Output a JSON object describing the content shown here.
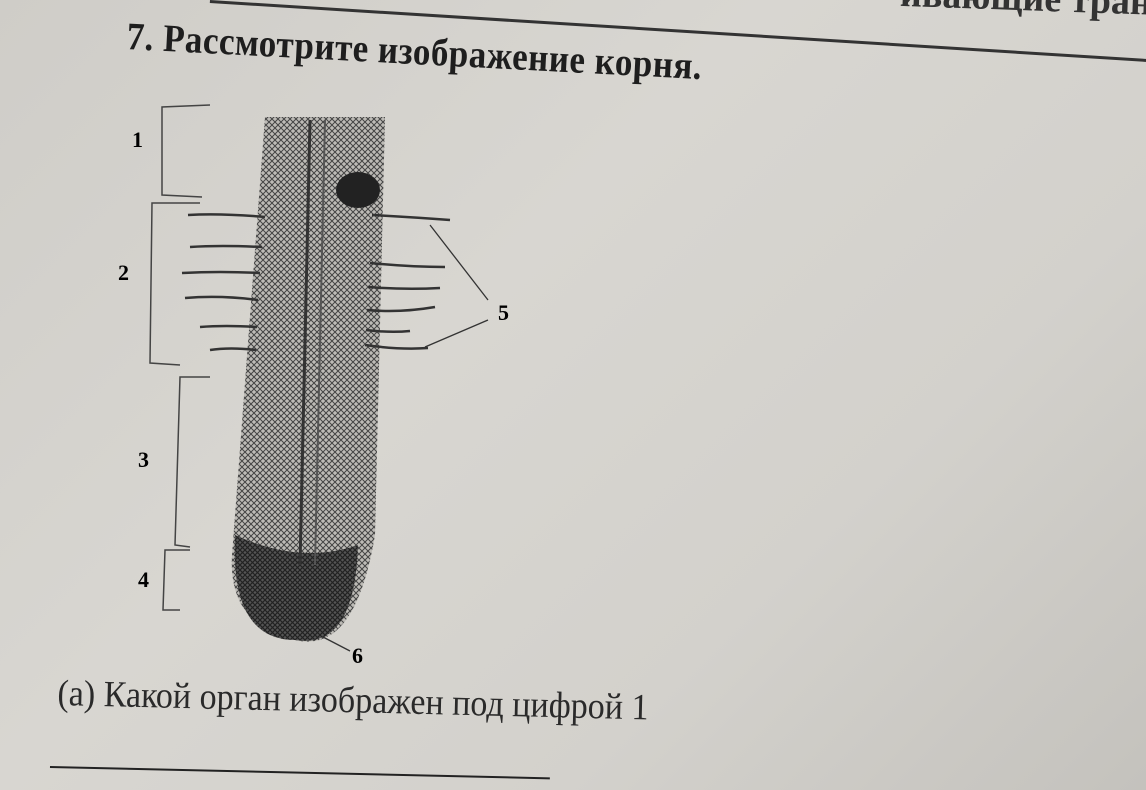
{
  "page": {
    "header_cut_text": "ивающие транспорт",
    "question_title": "7. Рассмотрите изображение корня.",
    "figure": {
      "labels": [
        "1",
        "2",
        "3",
        "4",
        "5",
        "6"
      ]
    },
    "question_a": "(a) Какой орган изображен под цифрой 1"
  }
}
